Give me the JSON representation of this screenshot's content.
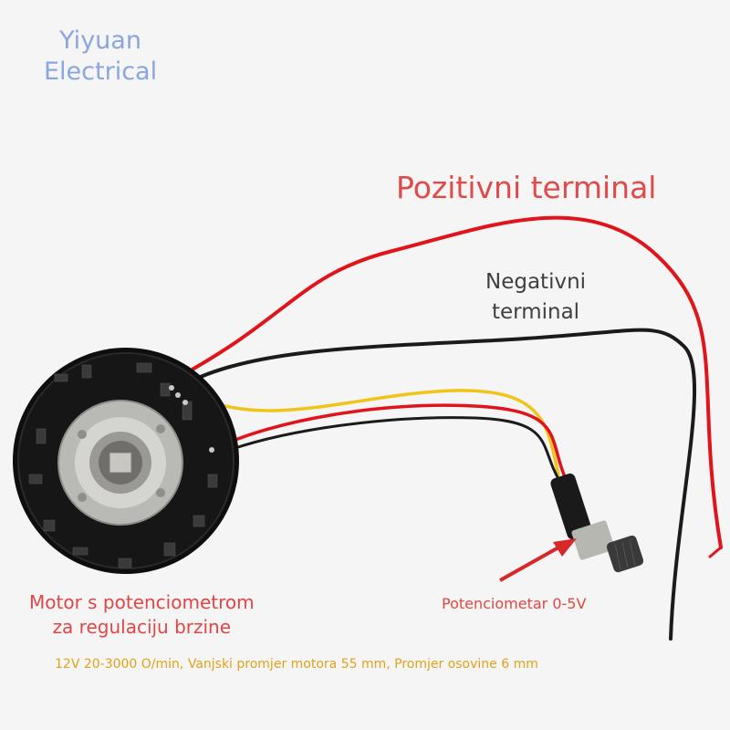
{
  "brand": {
    "line1": "Yiyuan",
    "line2": "Electrical"
  },
  "labels": {
    "positive_terminal": "Pozitivni terminal",
    "negative_terminal_line1": "Negativni",
    "negative_terminal_line2": "terminal",
    "motor_line1": "Motor s potenciometrom",
    "motor_line2": "za regulaciju brzine",
    "potentiometer": "Potenciometar 0-5V",
    "specs": "12V 20-3000 O/min, Vanjski promjer motora 55 mm, Promjer osovine 6 mm"
  },
  "colors": {
    "background": "#f4f5f4",
    "brand": "#8aa6df",
    "red_text": "#e04a4a",
    "dark_text": "#3f3f3f",
    "specs_text": "#e0a21a",
    "red_wire": "#e0141a",
    "black_wire": "#1b1b1b",
    "yellow_wire": "#f0c419",
    "pcb": "#101010"
  }
}
